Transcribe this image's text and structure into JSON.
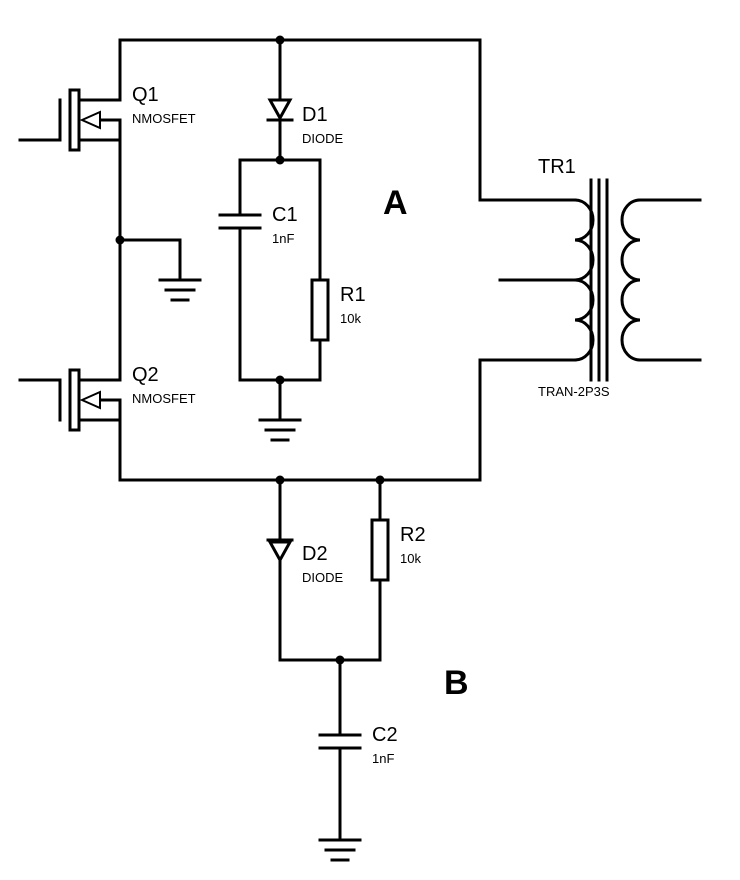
{
  "labels": {
    "region_a": "A",
    "region_b": "B"
  },
  "components": {
    "q1": {
      "ref": "Q1",
      "value": "NMOSFET"
    },
    "q2": {
      "ref": "Q2",
      "value": "NMOSFET"
    },
    "d1": {
      "ref": "D1",
      "value": "DIODE"
    },
    "d2": {
      "ref": "D2",
      "value": "DIODE"
    },
    "c1": {
      "ref": "C1",
      "value": "1nF"
    },
    "c2": {
      "ref": "C2",
      "value": "1nF"
    },
    "r1": {
      "ref": "R1",
      "value": "10k"
    },
    "r2": {
      "ref": "R2",
      "value": "10k"
    },
    "tr1": {
      "ref": "TR1",
      "value": "TRAN-2P3S"
    }
  }
}
